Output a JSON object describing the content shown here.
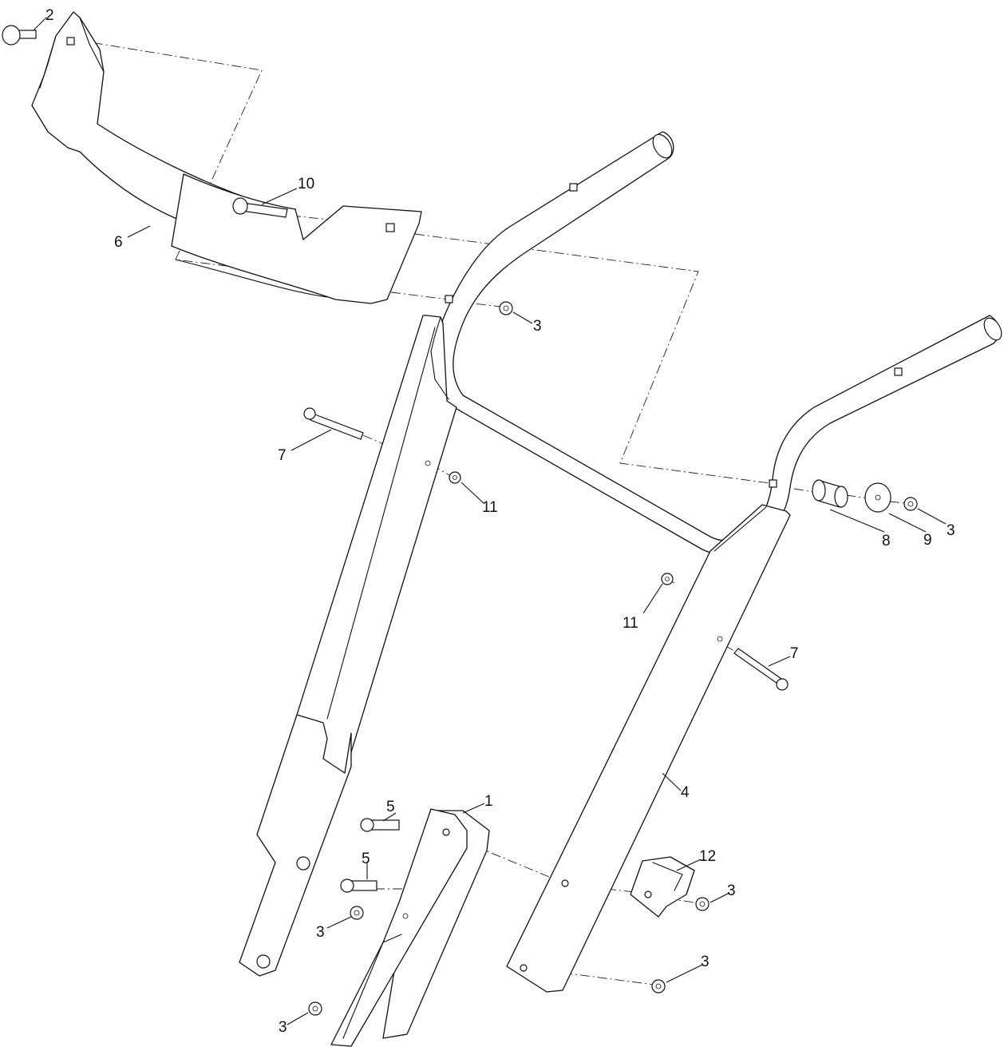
{
  "diagram": {
    "callouts": [
      {
        "id": "c-2",
        "label": "2"
      },
      {
        "id": "c-10",
        "label": "10"
      },
      {
        "id": "c-6",
        "label": "6"
      },
      {
        "id": "c-3a",
        "label": "3"
      },
      {
        "id": "c-7a",
        "label": "7"
      },
      {
        "id": "c-11a",
        "label": "11"
      },
      {
        "id": "c-8",
        "label": "8"
      },
      {
        "id": "c-9",
        "label": "9"
      },
      {
        "id": "c-3b",
        "label": "3"
      },
      {
        "id": "c-11b",
        "label": "11"
      },
      {
        "id": "c-7b",
        "label": "7"
      },
      {
        "id": "c-4",
        "label": "4"
      },
      {
        "id": "c-5a",
        "label": "5"
      },
      {
        "id": "c-1",
        "label": "1"
      },
      {
        "id": "c-5b",
        "label": "5"
      },
      {
        "id": "c-12",
        "label": "12"
      },
      {
        "id": "c-3c",
        "label": "3"
      },
      {
        "id": "c-3d",
        "label": "3"
      },
      {
        "id": "c-3e",
        "label": "3"
      },
      {
        "id": "c-3f",
        "label": "3"
      }
    ]
  }
}
